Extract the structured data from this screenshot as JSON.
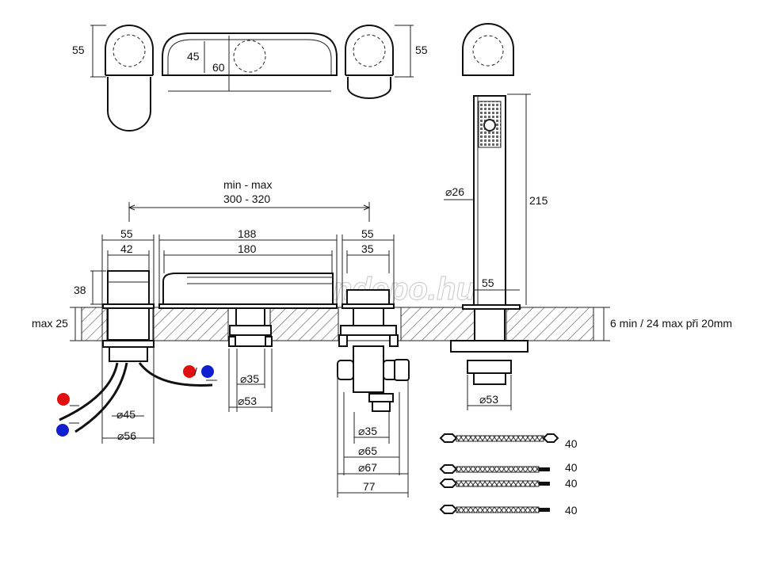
{
  "watermark": "otthondepo.hu",
  "top_views": {
    "handle_left_height": "55",
    "spout_inner": "45",
    "spout_outer": "60",
    "handle_right_height": "55"
  },
  "overall": {
    "range_label": "min - max",
    "range_value": "300 - 320"
  },
  "left_handle": {
    "outer": "55",
    "inner": "42",
    "height": "38",
    "base1": "⌀45",
    "base2": "⌀56"
  },
  "spout": {
    "outer": "188",
    "inner": "180",
    "base1": "⌀35",
    "base2": "⌀53"
  },
  "right_handle": {
    "outer": "55",
    "inner": "35",
    "base1": "⌀35",
    "base2": "⌀65",
    "base3": "⌀67",
    "base4": "77"
  },
  "shower": {
    "diameter": "⌀26",
    "height": "215",
    "width": "55",
    "base": "⌀53"
  },
  "deck": {
    "max_label": "max 25",
    "thickness_label": "6 min / 24 max při 20mm"
  },
  "hoses": {
    "h1": "40",
    "h2": "40",
    "h3": "40",
    "h4": "40"
  },
  "colors": {
    "hot": "#e01010",
    "cold": "#1020d0"
  }
}
